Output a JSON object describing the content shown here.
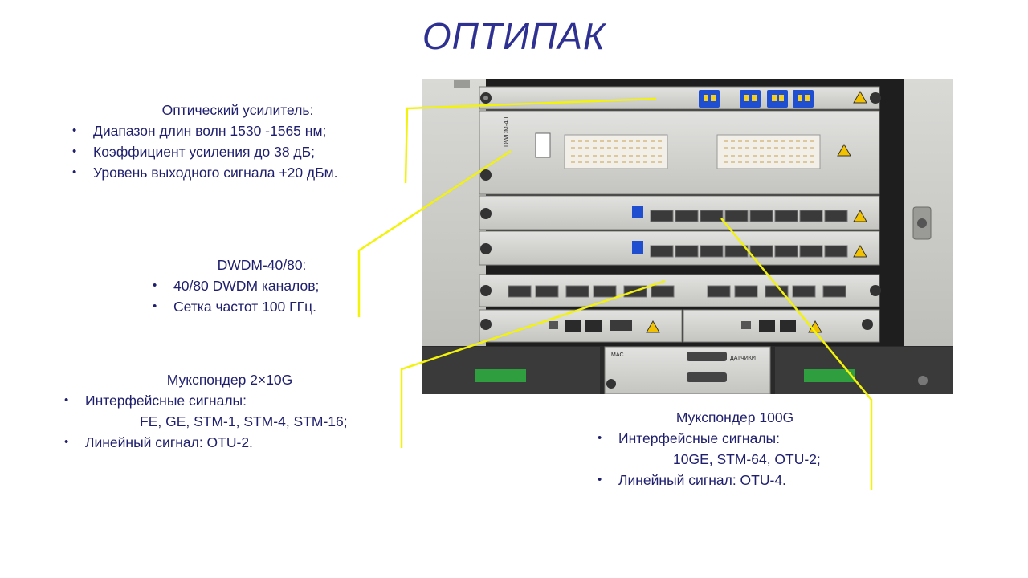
{
  "title": "ОПТИПАК",
  "amplifier": {
    "heading": "Оптический  усилитель:",
    "items": [
      "Диапазон  длин  волн 1530 -1565 нм;",
      "Коэффициент  усиления  до 38 дБ;",
      "Уровень  выходного  сигнала  +20 дБм."
    ]
  },
  "dwdm": {
    "heading": "DWDM-40/80:",
    "items": [
      "40/80 DWDM каналов;",
      "Сетка частот 100 ГГц."
    ]
  },
  "muxponder_2x10g": {
    "heading": "Мукспондер  2×10G",
    "item1": "Интерфейсные  сигналы:",
    "item1_cont": "FE, GE, STM-1, STM-4, STM-16;",
    "item2": "Линейный  сигнал: OTU-2."
  },
  "muxponder_100g": {
    "heading": "Мукспондер  100G",
    "item1": "Интерфейсные  сигналы:",
    "item1_cont": "10GE, STM-64, OTU-2;",
    "item2": "Линейный  сигнал: OTU-4."
  },
  "photo_labels": {
    "dwdm_module": "DWDM-40",
    "panel_c": "MAC",
    "connector": "ДАТЧИКИ"
  },
  "colors": {
    "title": "#2e3192",
    "text": "#1f1f6e",
    "leader": "#f2f20a"
  }
}
